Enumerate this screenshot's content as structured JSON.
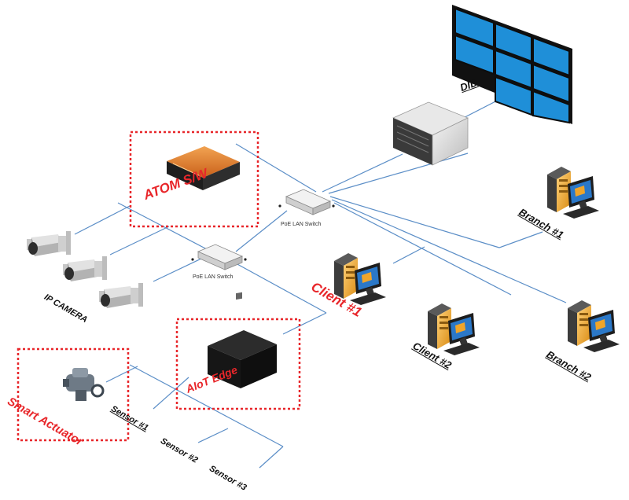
{
  "labels": {
    "did": "DID",
    "atom_sw": "ATOM S/W",
    "poe_switch_top": "PoE LAN Switch",
    "poe_switch_bottom": "PoE LAN Switch",
    "ip_camera": "IP CAMERA",
    "branch1": "Branch #1",
    "branch2": "Branch #2",
    "client1": "Client #1",
    "client2": "Client #2",
    "aiot_edge": "AIoT Edge",
    "smart_actuator": "Smart Actuator",
    "sensor1": "Sensor #1",
    "sensor2": "Sensor #2",
    "sensor3": "Sensor #3"
  },
  "colors": {
    "link_line": "#5b8ec7",
    "highlight_box": "#e8262a",
    "highlight_text": "#e8262a",
    "video_wall_tile": "#1f8fd8",
    "atom_device": "#e07a1f",
    "pc_tower": "#f0a52a"
  }
}
